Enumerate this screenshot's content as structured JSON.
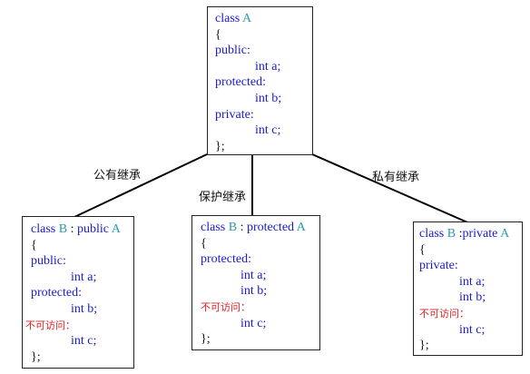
{
  "colors": {
    "keyword": "#1a1acc",
    "type_name": "#2a9aa8",
    "punct": "#111111",
    "inaccessible": "#e02020",
    "edge": "#000000"
  },
  "base_class": {
    "kw": "class",
    "name": "A",
    "open": "{",
    "public_label": "public:",
    "member_a": "int a;",
    "protected_label": "protected:",
    "member_b": "int b;",
    "private_label": "private:",
    "member_c": "int c;",
    "close": "};"
  },
  "edges": {
    "public": "公有继承",
    "protected": "保护继承",
    "private": "私有继承"
  },
  "derived_public": {
    "kw": "class",
    "name": "B",
    "sep": " : ",
    "access": "public",
    "base": "A",
    "open": "{",
    "public_label": "public:",
    "member_a": "int a;",
    "protected_label": "protected:",
    "member_b": "int b;",
    "na_label": "不可访问：",
    "member_c": "int c;",
    "close": "};"
  },
  "derived_protected": {
    "kw": "class",
    "name": "B",
    "sep": " : ",
    "access": "protected",
    "base": "A",
    "open": "{",
    "protected_label": "protected:",
    "member_a": "int a;",
    "member_b": "int b;",
    "na_label": "不可访问：",
    "member_c": "int c;",
    "close": "};"
  },
  "derived_private": {
    "kw": "class",
    "name": "B",
    "sep": " :",
    "access": "private",
    "base": "A",
    "open": "{",
    "private_label": "private:",
    "member_a": "int a;",
    "member_b": "int b;",
    "na_label": "不可访问：",
    "member_c": "int c;",
    "close": "};"
  }
}
